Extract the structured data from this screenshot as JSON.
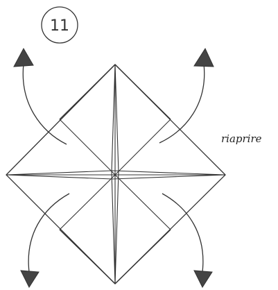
{
  "step": {
    "number": "11"
  },
  "instruction": {
    "label": "riaprire"
  },
  "arrows": [
    {
      "name": "arrow-top-left"
    },
    {
      "name": "arrow-top-right"
    },
    {
      "name": "arrow-bottom-left"
    },
    {
      "name": "arrow-bottom-right"
    }
  ]
}
